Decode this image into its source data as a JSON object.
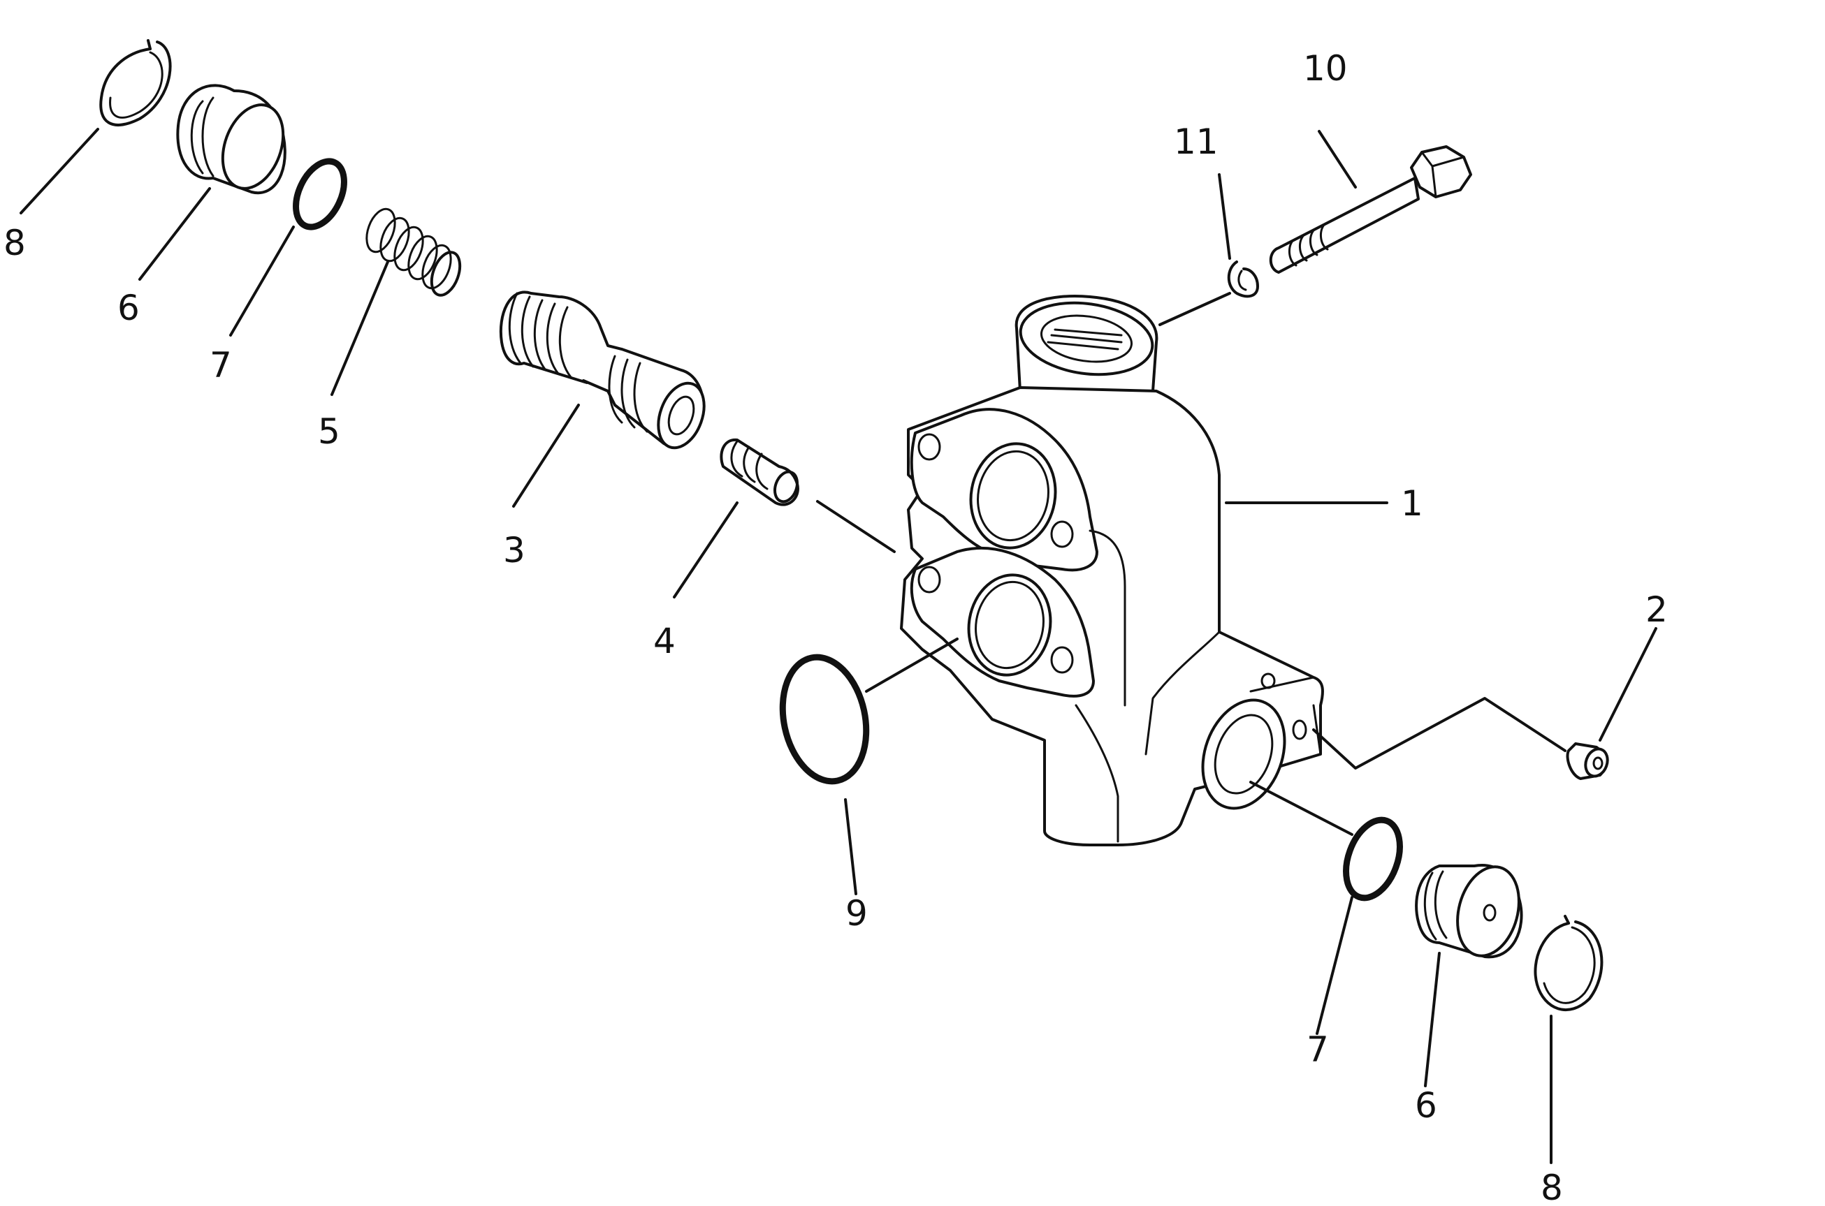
{
  "parts": [
    {
      "id": "body",
      "callout": "1"
    },
    {
      "id": "plug",
      "callout": "2"
    },
    {
      "id": "spool",
      "callout": "3"
    },
    {
      "id": "pin",
      "callout": "4"
    },
    {
      "id": "spring",
      "callout": "5"
    },
    {
      "id": "plug-left",
      "callout": "6"
    },
    {
      "id": "o-ring-left",
      "callout": "7"
    },
    {
      "id": "snap-ring-left",
      "callout": "8"
    },
    {
      "id": "o-ring-large",
      "callout": "9"
    },
    {
      "id": "bolt",
      "callout": "10"
    },
    {
      "id": "washer",
      "callout": "11"
    },
    {
      "id": "o-ring-right",
      "callout": "7"
    },
    {
      "id": "plug-right",
      "callout": "6"
    },
    {
      "id": "snap-ring-right",
      "callout": "8"
    }
  ]
}
